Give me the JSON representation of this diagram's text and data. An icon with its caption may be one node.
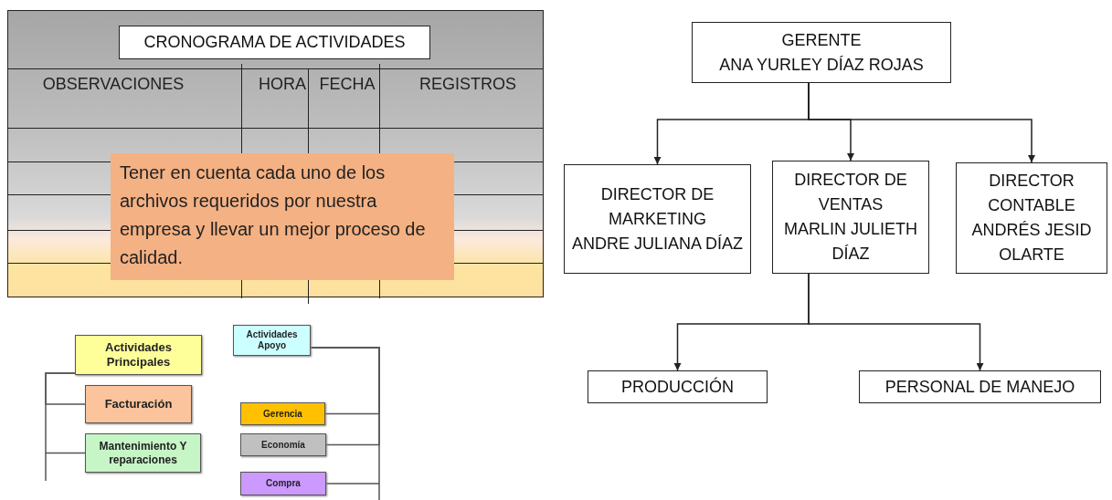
{
  "diagram": {
    "nodes": [
      {
        "text": [
          "CRONOGRAMA DE ACTIVIDADES"
        ]
      },
      {
        "text": [
          "Tener en cuenta cada uno de los archivos requeridos por nuestra empresa y llevar un mejor proceso de calidad."
        ]
      },
      {
        "text": [
          "Actividades Principales"
        ]
      },
      {
        "text": [
          "Facturación"
        ]
      },
      {
        "text": [
          "Mantenimiento Y reparaciones"
        ]
      },
      {
        "text": [
          "Actividades Apoyo"
        ]
      },
      {
        "text": [
          "Gerencia"
        ]
      },
      {
        "text": [
          "Economía"
        ]
      },
      {
        "text": [
          "Compra"
        ]
      },
      {
        "text": [
          "GERENTE",
          "ANA YURLEY DÍAZ ROJAS"
        ]
      },
      {
        "text": [
          "DIRECTOR DE MARKETING",
          "ANDRE JULIANA DÍAZ"
        ]
      },
      {
        "text": [
          "DIRECTOR DE VENTAS",
          "MARLIN JULIETH DÍAZ"
        ]
      },
      {
        "text": [
          "DIRECTOR CONTABLE",
          "ANDRÉS JESID OLARTE"
        ]
      },
      {
        "text": [
          "PRODUCCIÓN"
        ]
      },
      {
        "text": [
          "PERSONAL DE MANEJO"
        ]
      }
    ],
    "edges": [
      {
        "from": 2,
        "to": 3,
        "arrow": "none"
      },
      {
        "from": 2,
        "to": 4,
        "arrow": "none"
      },
      {
        "from": 5,
        "to": 6,
        "arrow": "none"
      },
      {
        "from": 5,
        "to": 7,
        "arrow": "none"
      },
      {
        "from": 5,
        "to": 8,
        "arrow": "none"
      },
      {
        "from": 9,
        "to": 10,
        "arrow": "to"
      },
      {
        "from": 9,
        "to": 11,
        "arrow": "to"
      },
      {
        "from": 9,
        "to": 12,
        "arrow": "to"
      },
      {
        "from": 11,
        "to": 13,
        "arrow": "to"
      },
      {
        "from": 11,
        "to": 14,
        "arrow": "to"
      }
    ],
    "labels": [
      "OBSERVACIONES",
      "HORA",
      "FECHA",
      "REGISTROS"
    ]
  }
}
